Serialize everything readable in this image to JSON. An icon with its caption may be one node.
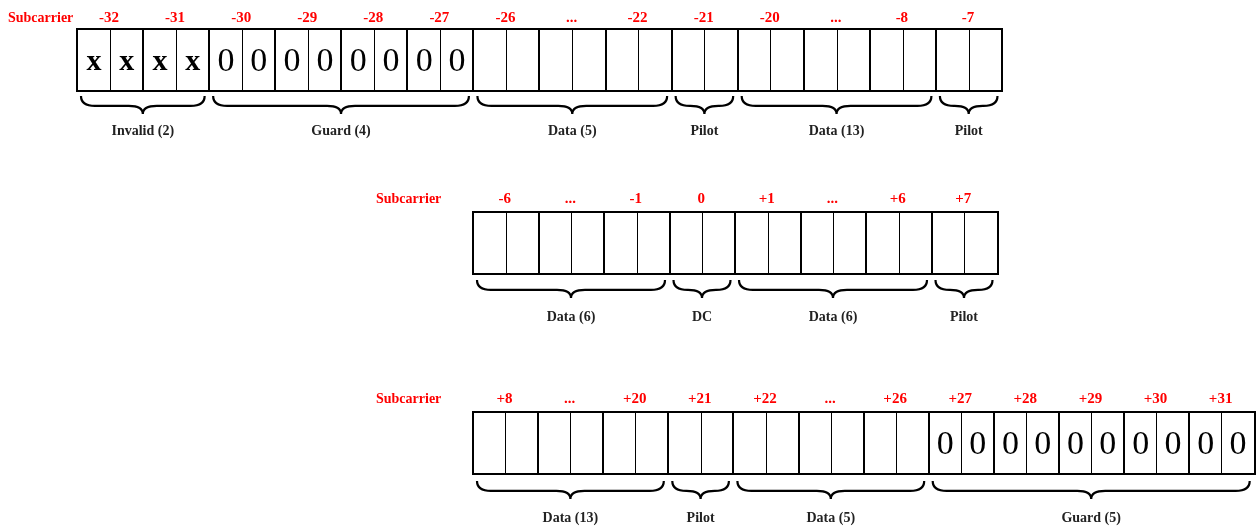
{
  "diagram": {
    "nodes": [
      {
        "text": [
          "x",
          "x"
        ],
        "beside": [
          "-32"
        ]
      },
      {
        "text": [
          "x",
          "x"
        ],
        "beside": [
          "-31"
        ]
      },
      {
        "text": [
          "0",
          "0"
        ],
        "beside": [
          "-30"
        ]
      },
      {
        "text": [
          "0",
          "0"
        ],
        "beside": [
          "-29"
        ]
      },
      {
        "text": [
          "0",
          "0"
        ],
        "beside": [
          "-28"
        ]
      },
      {
        "text": [
          "0",
          "0"
        ],
        "beside": [
          "-27"
        ]
      },
      {
        "text": [],
        "shape": "box",
        "beside": [
          "-26"
        ]
      },
      {
        "text": [],
        "shape": "box",
        "beside": [
          "..."
        ]
      },
      {
        "text": [],
        "shape": "box",
        "beside": [
          "-22"
        ]
      },
      {
        "text": [],
        "shape": "box",
        "beside": [
          "-21"
        ]
      },
      {
        "text": [],
        "shape": "box",
        "beside": [
          "-20"
        ]
      },
      {
        "text": [],
        "shape": "box",
        "beside": [
          "..."
        ]
      },
      {
        "text": [],
        "shape": "box",
        "beside": [
          "-8"
        ]
      },
      {
        "text": [],
        "shape": "box",
        "beside": [
          "-7"
        ]
      },
      {
        "text": [],
        "shape": "box",
        "beside": [
          "-6"
        ]
      },
      {
        "text": [],
        "shape": "box",
        "beside": [
          "..."
        ]
      },
      {
        "text": [],
        "shape": "box",
        "beside": [
          "-1"
        ]
      },
      {
        "text": [],
        "shape": "box",
        "beside": [
          "0"
        ]
      },
      {
        "text": [],
        "shape": "box",
        "beside": [
          "+1"
        ]
      },
      {
        "text": [],
        "shape": "box",
        "beside": [
          "..."
        ]
      },
      {
        "text": [],
        "shape": "box",
        "beside": [
          "+6"
        ]
      },
      {
        "text": [],
        "shape": "box",
        "beside": [
          "+7"
        ]
      },
      {
        "text": [],
        "shape": "box",
        "beside": [
          "+8"
        ]
      },
      {
        "text": [],
        "shape": "box",
        "beside": [
          "..."
        ]
      },
      {
        "text": [],
        "shape": "box",
        "beside": [
          "+20"
        ]
      },
      {
        "text": [],
        "shape": "box",
        "beside": [
          "+21"
        ]
      },
      {
        "text": [],
        "shape": "box",
        "beside": [
          "+22"
        ]
      },
      {
        "text": [],
        "shape": "box",
        "beside": [
          "..."
        ]
      },
      {
        "text": [],
        "shape": "box",
        "beside": [
          "+26"
        ]
      },
      {
        "text": [
          "0",
          "0"
        ],
        "beside": [
          "+27"
        ]
      },
      {
        "text": [
          "0",
          "0"
        ],
        "beside": [
          "+28"
        ]
      },
      {
        "text": [
          "0",
          "0"
        ],
        "beside": [
          "+29"
        ]
      },
      {
        "text": [
          "0",
          "0"
        ],
        "beside": [
          "+30"
        ]
      },
      {
        "text": [
          "0",
          "0"
        ],
        "beside": [
          "+31"
        ]
      }
    ],
    "labels": [
      "Subcarrier",
      "Invalid (2)",
      "Guard (4)",
      "Data (5)",
      "Pilot",
      "Data (13)",
      "Pilot",
      "Subcarrier",
      "Data (6)",
      "DC",
      "Data (6)",
      "Pilot",
      "Subcarrier",
      "Data (13)",
      "Pilot",
      "Data (5)",
      "Guard (5)"
    ]
  }
}
